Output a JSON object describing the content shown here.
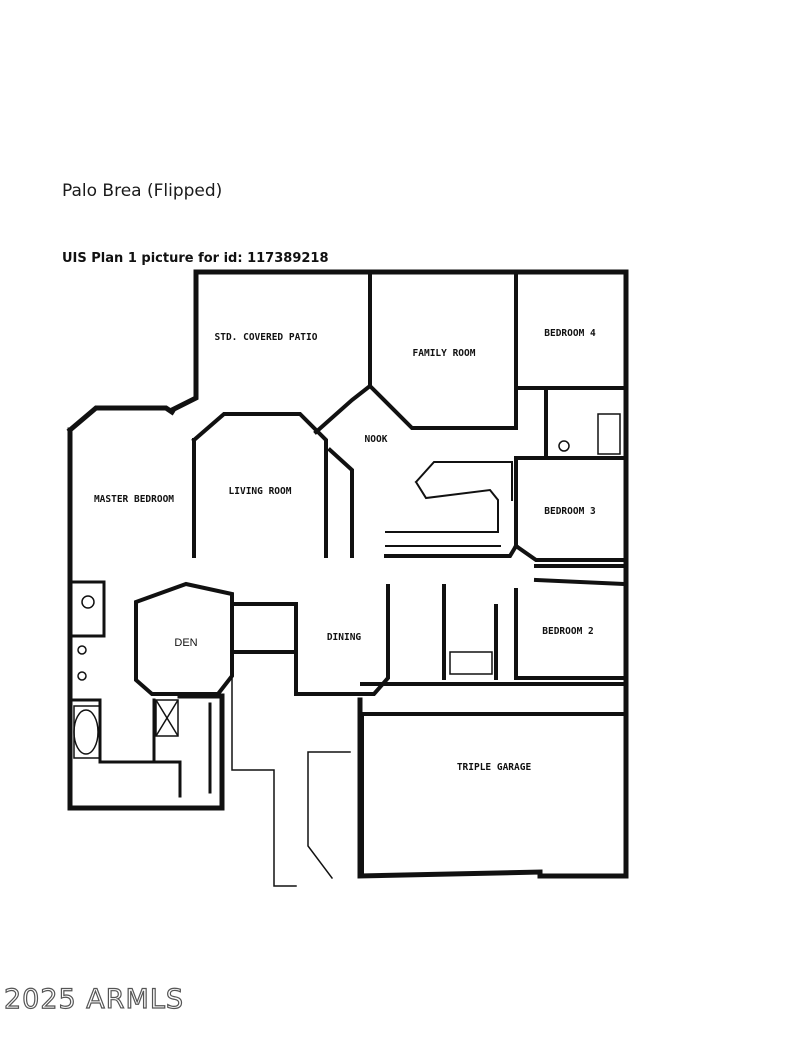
{
  "header": {
    "title": "Palo Brea (Flipped)",
    "subtitle": "UIS Plan 1 picture for id: 117389218"
  },
  "plan": {
    "rooms": {
      "patio": "STD. COVERED PATIO",
      "family_room": "FAMILY ROOM",
      "bedroom4": "BEDROOM 4",
      "nook": "NOOK",
      "master_bedroom": "MASTER BEDROOM",
      "living_room": "LIVING ROOM",
      "bedroom3": "BEDROOM 3",
      "den": "DEN",
      "dining": "DINING",
      "bedroom2": "BEDROOM 2",
      "triple_garage": "TRIPLE GARAGE"
    }
  },
  "footer": {
    "watermark": "2025 ARMLS"
  },
  "colors": {
    "wall": "#111111",
    "background": "#ffffff"
  }
}
